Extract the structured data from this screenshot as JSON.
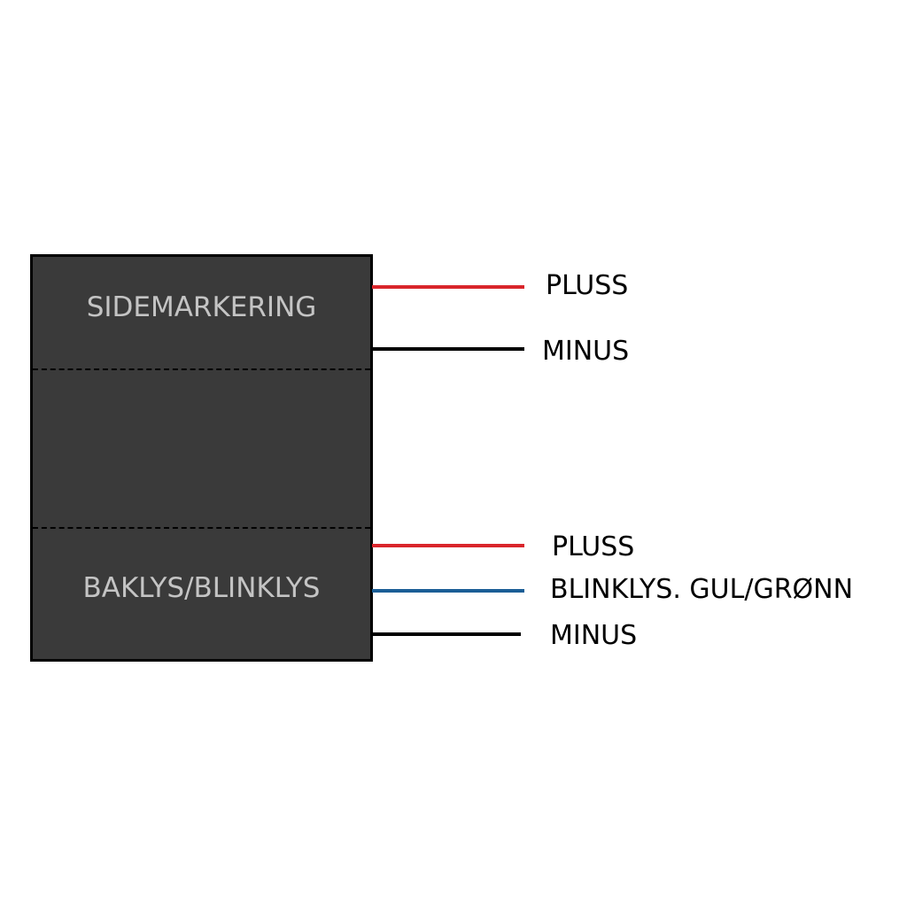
{
  "module": {
    "sections": [
      {
        "label": "SIDEMARKERING"
      },
      {
        "label": ""
      },
      {
        "label": "BAKLYS/BLINKLYS"
      }
    ]
  },
  "wires": [
    {
      "label": "PLUSS",
      "color": "#d9252b"
    },
    {
      "label": "MINUS",
      "color": "#000000"
    },
    {
      "label": "PLUSS",
      "color": "#d9252b"
    },
    {
      "label": "BLINKLYS. GUL/GRØNN",
      "color": "#1b5e96"
    },
    {
      "label": "MINUS",
      "color": "#000000"
    }
  ]
}
